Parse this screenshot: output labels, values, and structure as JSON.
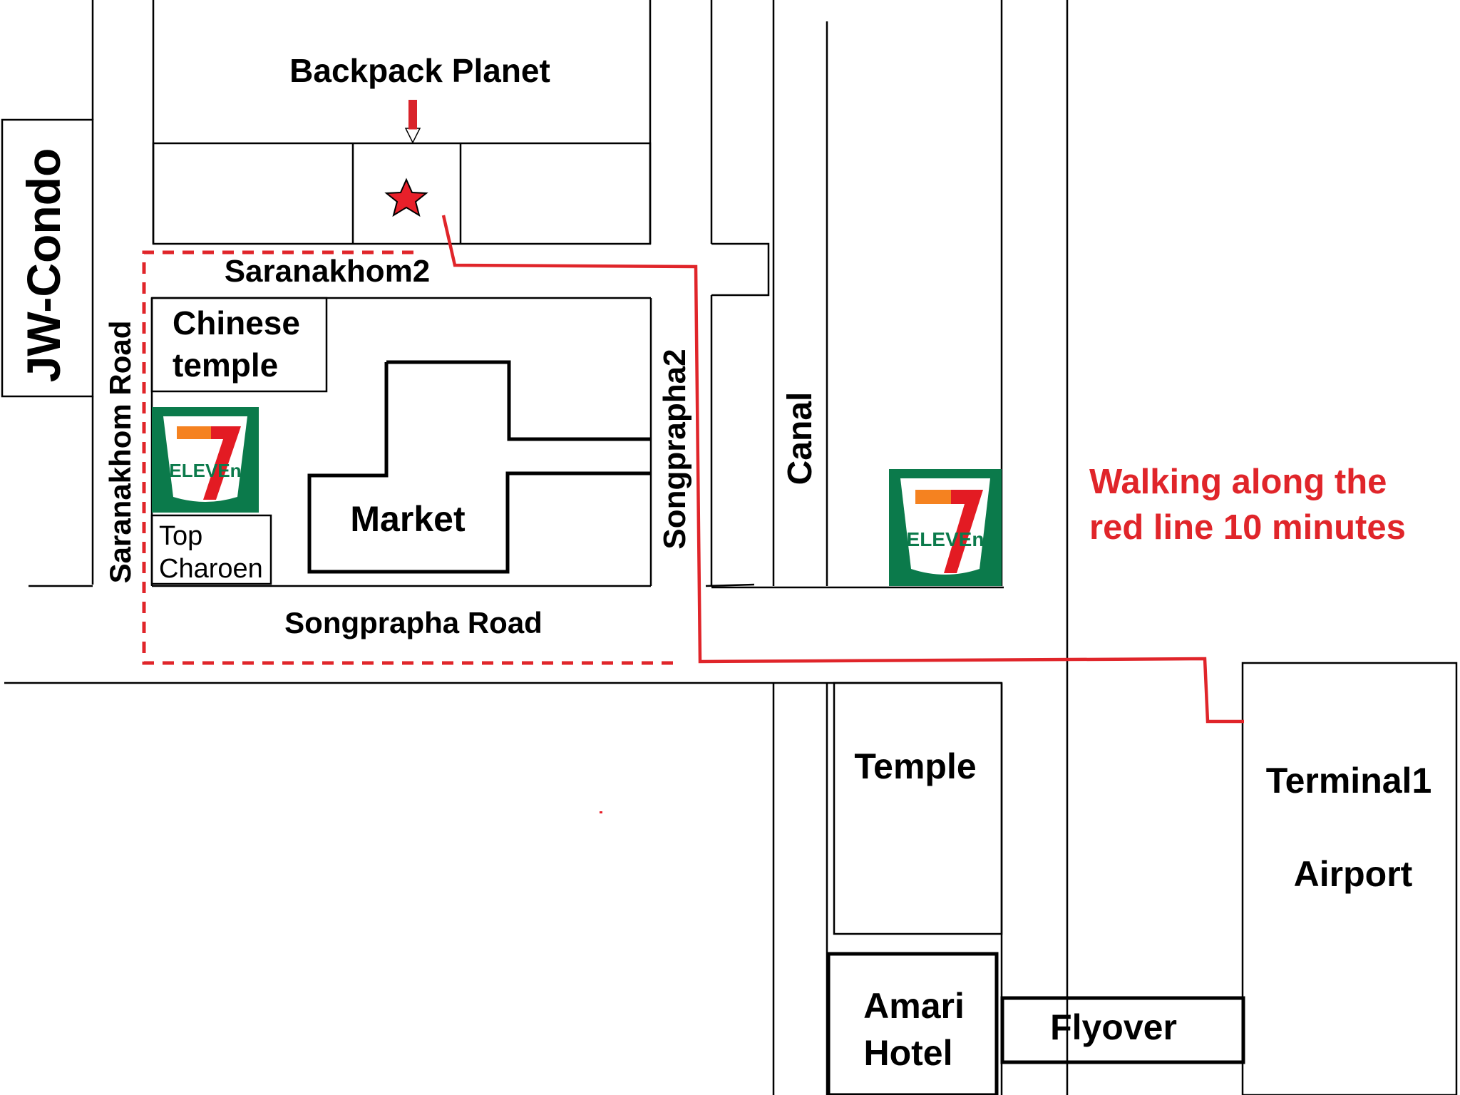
{
  "labels": {
    "backpack_planet": "Backpack Planet",
    "jw_condo": "JW-Condo",
    "saranakhom2": "Saranakhom2",
    "saranakhom_road": "Saranakhom Road",
    "chinese_temple_line1": "Chinese",
    "chinese_temple_line2": "temple",
    "market": "Market",
    "top_charoen_line1": "Top",
    "top_charoen_line2": "Charoen",
    "songprapha2": "Songprapha2",
    "songprapha_road": "Songprapha Road",
    "canal": "Canal",
    "walking_line1": "Walking along the",
    "walking_line2": "red line 10 minutes",
    "temple": "Temple",
    "terminal1": "Terminal1",
    "airport": "Airport",
    "amari_line1": "Amari",
    "amari_line2": "Hotel",
    "flyover": "Flyover"
  },
  "logos": {
    "seven_eleven_text": "ELEVEn",
    "seven_eleven_digit": "7"
  },
  "colors": {
    "route": "#e0252a",
    "logo_green": "#0b7a4b",
    "logo_orange": "#f58220",
    "logo_red": "#e31b23"
  },
  "icons": [
    "destination-star-icon",
    "down-arrow-icon",
    "seven-eleven-logo"
  ]
}
